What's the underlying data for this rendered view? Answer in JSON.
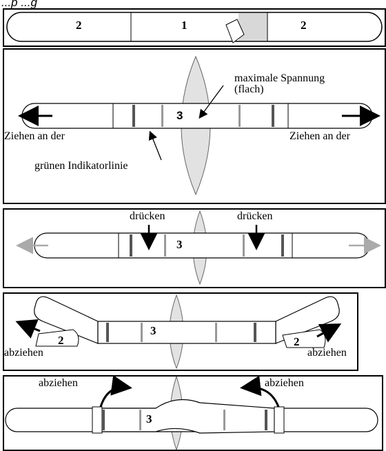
{
  "header": {
    "title": "...p ...g"
  },
  "panel1": {
    "left_tab": "2",
    "center": "1",
    "right_tab": "2"
  },
  "panel2": {
    "max_tension": "maximale Spannung",
    "flat": "(flach)",
    "center_number": "3",
    "pull_left": "Ziehen an der",
    "pull_right": "Ziehen an der",
    "indicator": "grünen Indikatorlinie"
  },
  "panel3": {
    "press_left": "drücken",
    "press_right": "drücken",
    "center_number": "3"
  },
  "panel4": {
    "center_number": "3",
    "left_tab": "2",
    "right_tab": "2",
    "peel_left": "abziehen",
    "peel_right": "abziehen"
  },
  "panel5": {
    "peel_left": "abziehen",
    "peel_right": "abziehen",
    "center_number": "3"
  }
}
